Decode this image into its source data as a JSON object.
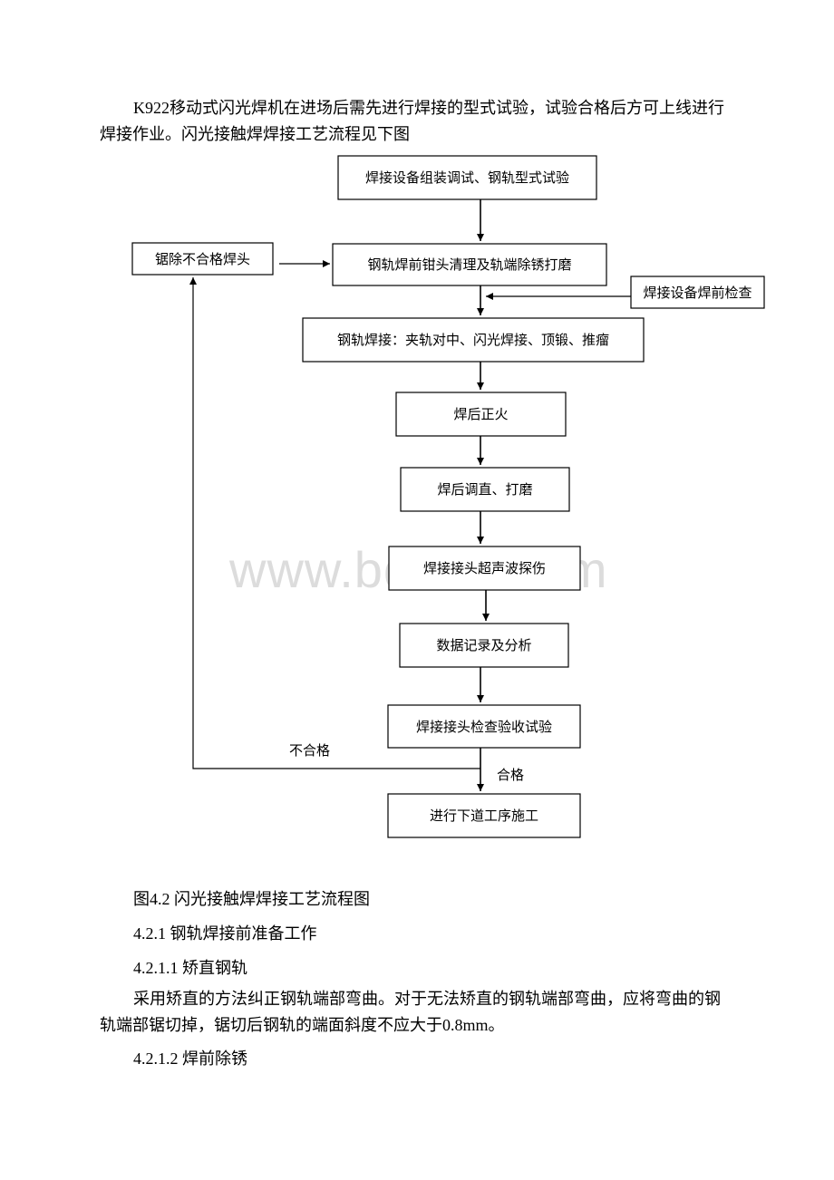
{
  "intro_text": "K922移动式闪光焊机在进场后需先进行焊接的型式试验，试验合格后方可上线进行焊接作业。闪光接触焊焊接工艺流程见下图",
  "flowchart": {
    "step_setup": "焊接设备组装调试、钢轨型式试验",
    "step_clean": "钢轨焊前钳头清理及轨端除锈打磨",
    "side_saw": "锯除不合格焊头",
    "side_check": "焊接设备焊前检查",
    "step_weld": "钢轨焊接：夹轨对中、闪光焊接、顶锻、推瘤",
    "step_normalize": "焊后正火",
    "step_straighten": "焊后调直、打磨",
    "step_ultrasonic": "焊接接头超声波探伤",
    "step_record": "数据记录及分析",
    "step_inspect": "焊接接头检查验收试验",
    "label_fail": "不合格",
    "label_pass": "合格",
    "step_next": "进行下道工序施工"
  },
  "watermark": "www.bdocx.com",
  "figure_caption": "图4.2 闪光接触焊焊接工艺流程图",
  "heading_1": "4.2.1 钢轨焊接前准备工作",
  "heading_2": "4.2.1.1 矫直钢轨",
  "para_straighten": "采用矫直的方法纠正钢轨端部弯曲。对于无法矫直的钢轨端部弯曲，应将弯曲的钢轨端部锯切掉，锯切后钢轨的端面斜度不应大于0.8mm。",
  "heading_3": "4.2.1.2 焊前除锈"
}
